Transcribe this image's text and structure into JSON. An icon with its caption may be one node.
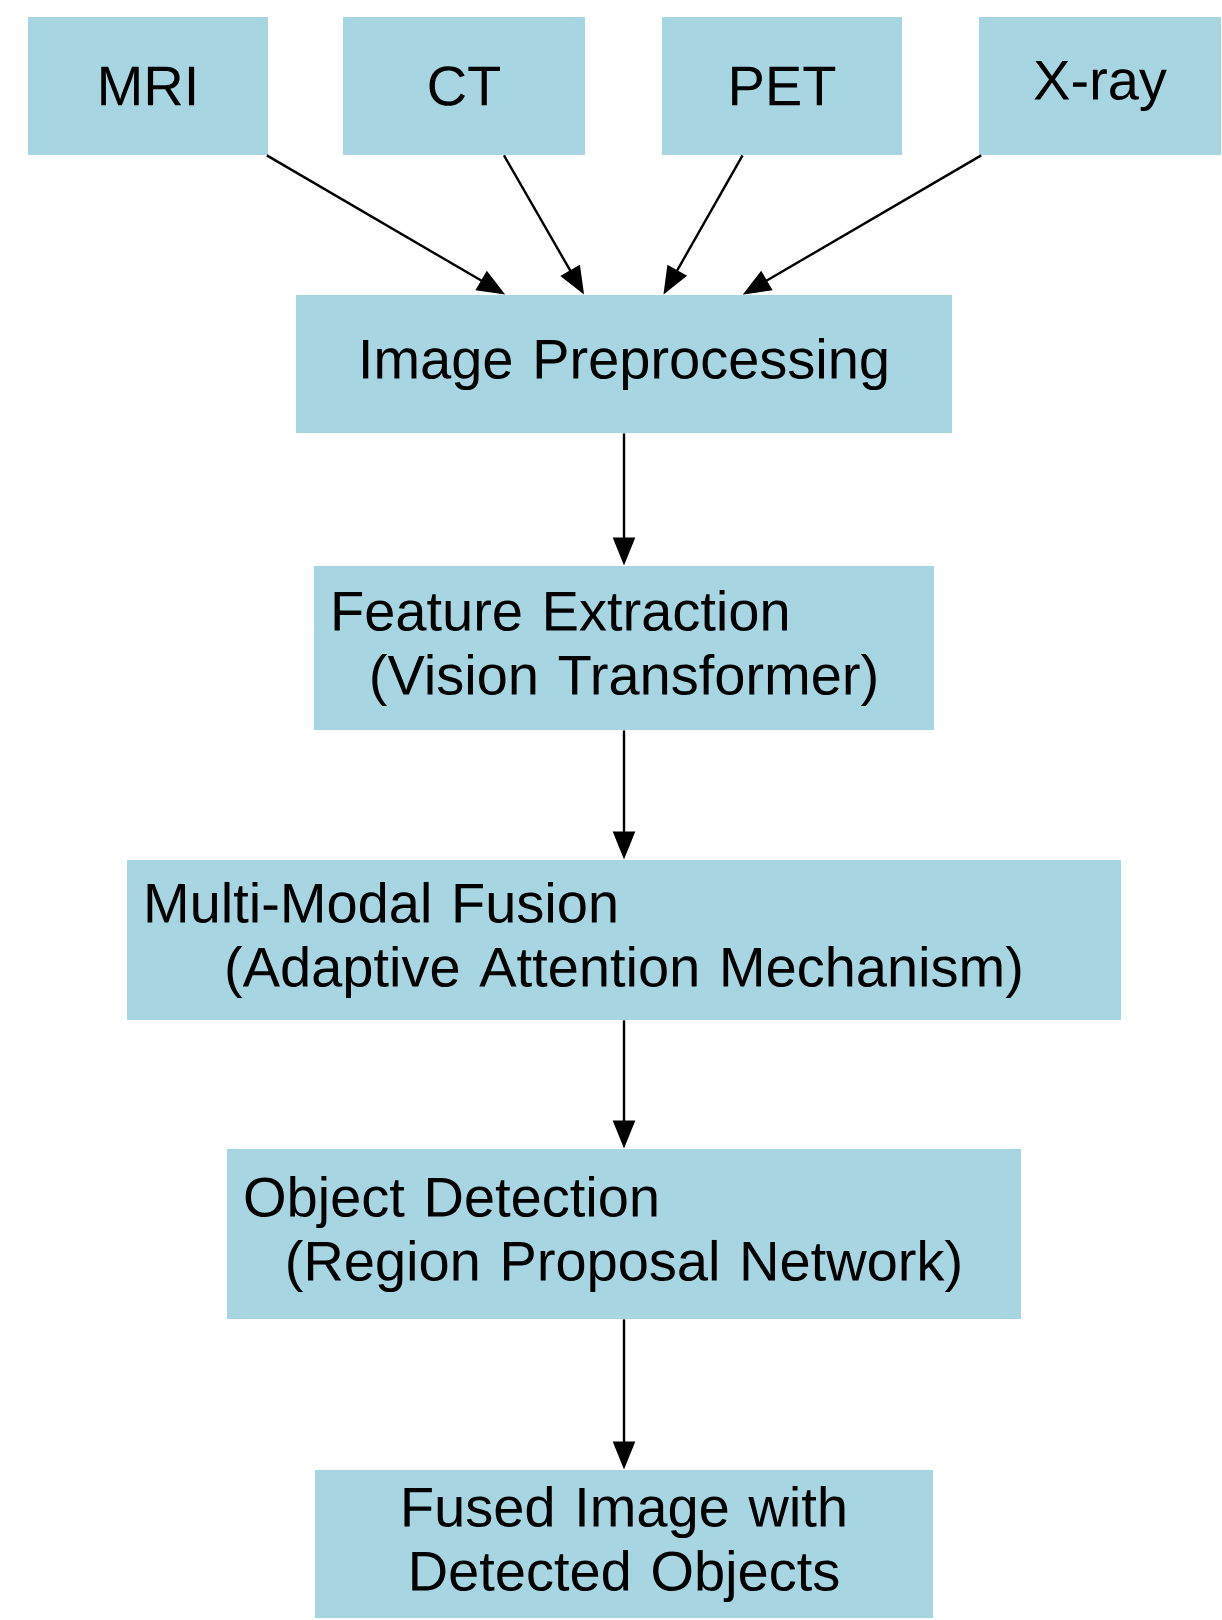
{
  "diagram": {
    "nodes": [
      {
        "text": [
          "MRI"
        ]
      },
      {
        "text": [
          "CT"
        ]
      },
      {
        "text": [
          "PET"
        ]
      },
      {
        "text": [
          "X-ray"
        ]
      },
      {
        "text": [
          "Image Preprocessing"
        ]
      },
      {
        "text": [
          "Feature Extraction (Vision Transformer)"
        ]
      },
      {
        "text": [
          "Multi-Modal Fusion (Adaptive Attention Mechanism)"
        ]
      },
      {
        "text": [
          "Object Detection (Region Proposal Network)"
        ]
      },
      {
        "text": [
          "Fused Image with Detected Objects"
        ]
      }
    ],
    "edges": [
      {
        "from": 0,
        "to": 4,
        "arrow": "to"
      },
      {
        "from": 1,
        "to": 4,
        "arrow": "to"
      },
      {
        "from": 2,
        "to": 4,
        "arrow": "to"
      },
      {
        "from": 3,
        "to": 4,
        "arrow": "to"
      },
      {
        "from": 4,
        "to": 5,
        "arrow": "to"
      },
      {
        "from": 5,
        "to": 6,
        "arrow": "to"
      },
      {
        "from": 6,
        "to": 7,
        "arrow": "to"
      },
      {
        "from": 7,
        "to": 8,
        "arrow": "to"
      }
    ]
  }
}
